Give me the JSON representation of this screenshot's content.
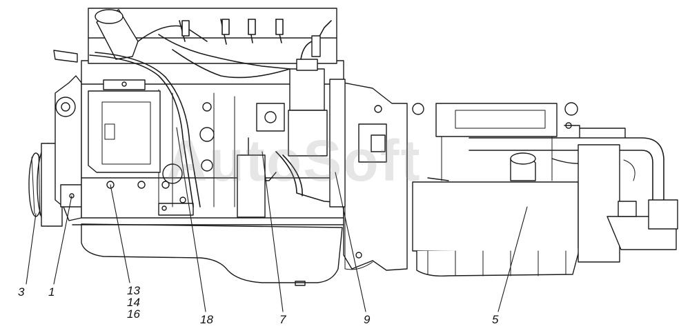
{
  "watermark": "AutoSoft",
  "callouts": {
    "c3": "3",
    "c1": "1",
    "c13": "13",
    "c14": "14",
    "c16": "16",
    "c18": "18",
    "c7": "7",
    "c9": "9",
    "c5": "5"
  },
  "colors": {
    "line": "#1a1a1a",
    "fill": "#ffffff",
    "shade": "#e6e6e6"
  }
}
